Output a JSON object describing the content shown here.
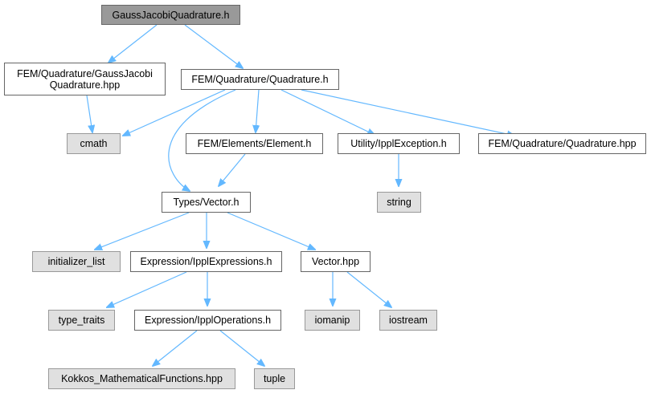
{
  "colors": {
    "edge": "#63b8ff",
    "root_fill": "#999999",
    "system_fill": "#e0e0e0",
    "node_border": "#666666",
    "node_fill": "#ffffff"
  },
  "nodes": {
    "root": {
      "label": "GaussJacobiQuadrature.h"
    },
    "gaussjacobi_hpp": {
      "label": "FEM/Quadrature/GaussJacobi\nQuadrature.hpp"
    },
    "quadrature_h": {
      "label": "FEM/Quadrature/Quadrature.h"
    },
    "cmath": {
      "label": "cmath"
    },
    "element_h": {
      "label": "FEM/Elements/Element.h"
    },
    "ipplexception_h": {
      "label": "Utility/IpplException.h"
    },
    "quadrature_hpp": {
      "label": "FEM/Quadrature/Quadrature.hpp"
    },
    "string": {
      "label": "string"
    },
    "vector_h": {
      "label": "Types/Vector.h"
    },
    "initializer_list": {
      "label": "initializer_list"
    },
    "ipplexpressions_h": {
      "label": "Expression/IpplExpressions.h"
    },
    "vector_hpp": {
      "label": "Vector.hpp"
    },
    "type_traits": {
      "label": "type_traits"
    },
    "ipploperations_h": {
      "label": "Expression/IpplOperations.h"
    },
    "iomanip": {
      "label": "iomanip"
    },
    "iostream": {
      "label": "iostream"
    },
    "kokkos_mf_hpp": {
      "label": "Kokkos_MathematicalFunctions.hpp"
    },
    "tuple": {
      "label": "tuple"
    }
  }
}
